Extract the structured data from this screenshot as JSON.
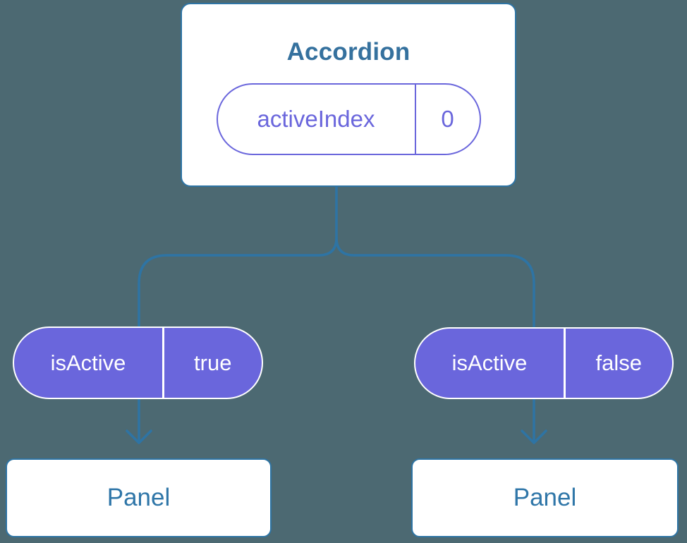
{
  "colors": {
    "background": "#4C6972",
    "connector_blue": "#2E74A4",
    "component_border_blue": "#2E74A4",
    "accent_purple": "#6A66DC",
    "root_title_text": "#35719E",
    "panel_title_text": "#2F76A8",
    "pill_text_on_purple": "#FFFFFF"
  },
  "root_component": {
    "title": "Accordion",
    "state": {
      "name": "activeIndex",
      "value": "0"
    }
  },
  "props": [
    {
      "name": "isActive",
      "value": "true"
    },
    {
      "name": "isActive",
      "value": "false"
    }
  ],
  "child_components": [
    {
      "title": "Panel"
    },
    {
      "title": "Panel"
    }
  ]
}
